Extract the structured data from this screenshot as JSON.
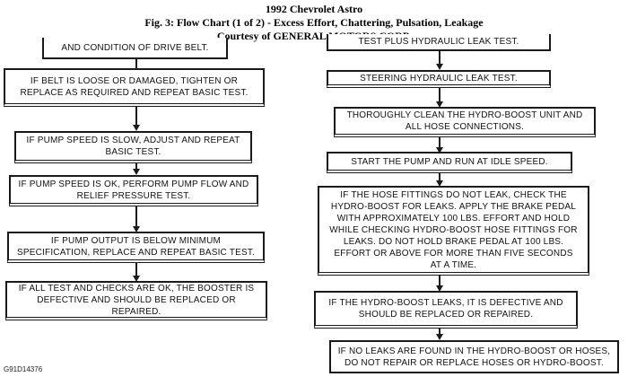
{
  "header": {
    "title": "1992 Chevrolet Astro",
    "subtitle": "Fig. 3: Flow Chart (1 of 2) - Excess Effort, Chattering, Pulsation, Leakage",
    "credit": "Courtesy of GENERAL MOTORS CORP."
  },
  "left_column": [
    "AND CONDITION OF DRIVE BELT.",
    "IF BELT IS LOOSE OR DAMAGED, TIGHTEN OR REPLACE AS REQUIRED AND REPEAT BASIC TEST.",
    "IF PUMP SPEED IS SLOW, ADJUST AND REPEAT BASIC TEST.",
    "IF PUMP SPEED IS OK, PERFORM PUMP FLOW AND RELIEF PRESSURE TEST.",
    "IF PUMP OUTPUT IS BELOW MINIMUM SPECIFICATION, REPLACE AND REPEAT BASIC TEST.",
    "IF ALL TEST AND CHECKS ARE OK, THE BOOSTER IS DEFECTIVE AND SHOULD BE REPLACED OR REPAIRED."
  ],
  "right_column": [
    "TEST PLUS HYDRAULIC LEAK TEST.",
    "STEERING HYDRAULIC LEAK TEST.",
    "THOROUGHLY CLEAN THE HYDRO-BOOST UNIT AND ALL HOSE CONNECTIONS.",
    "START THE PUMP AND RUN AT IDLE SPEED.",
    "IF THE HOSE FITTINGS DO NOT LEAK, CHECK THE HYDRO-BOOST FOR LEAKS. APPLY THE BRAKE PEDAL WITH APPROXIMATELY 100 LBS. EFFORT AND HOLD WHILE CHECKING HYDRO-BOOST HOSE FITTINGS FOR LEAKS. DO NOT HOLD BRAKE PEDAL AT 100 LBS. EFFORT OR ABOVE FOR MORE THAN FIVE SECONDS AT A TIME.",
    "IF THE HYDRO-BOOST LEAKS, IT IS DEFECTIVE AND SHOULD BE REPLACED OR REPAIRED.",
    "IF NO LEAKS ARE FOUND IN THE HYDRO-BOOST OR HOSES, DO NOT REPAIR OR REPLACE HOSES OR HYDRO-BOOST."
  ],
  "figure_id": "G91D14376"
}
